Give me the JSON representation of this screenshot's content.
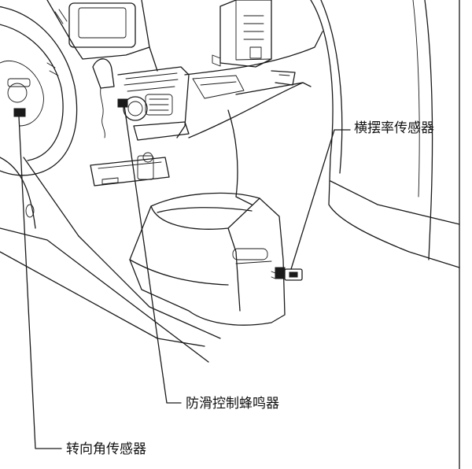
{
  "diagram": {
    "labels": {
      "yaw_rate_sensor": "横摆率传感器",
      "skid_control_buzzer": "防滑控制蜂鸣器",
      "steering_angle_sensor": "转向角传感器"
    },
    "colors": {
      "line": "#1a1a1a",
      "background": "#ffffff"
    }
  }
}
